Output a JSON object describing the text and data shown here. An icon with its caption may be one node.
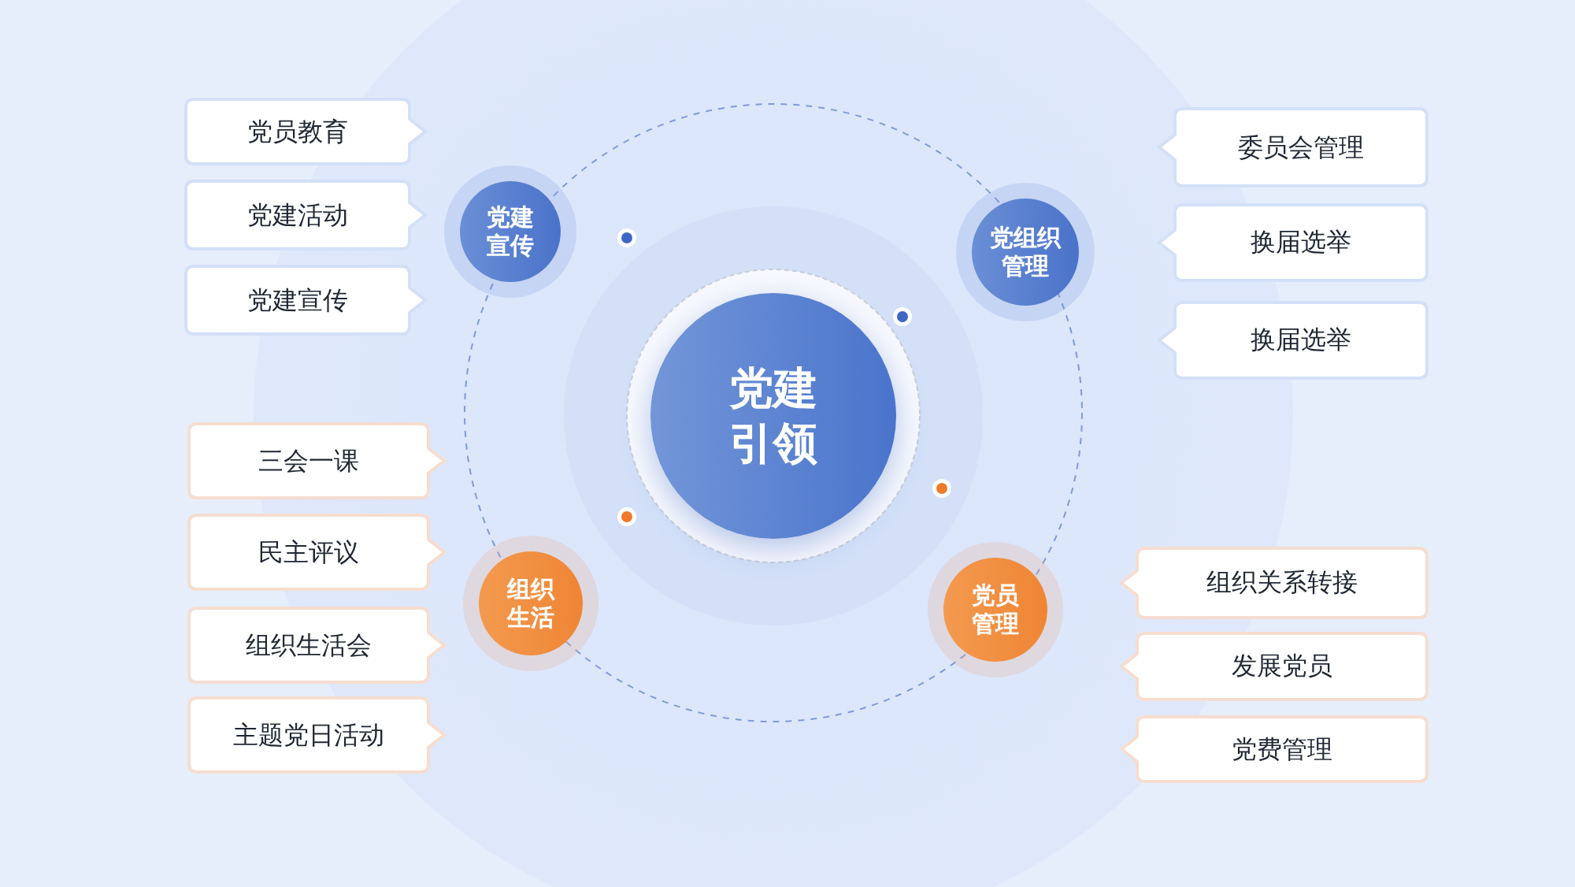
{
  "diagram": {
    "nodes": [
      {
        "text": [
          "党建引领"
        ]
      },
      {
        "text": [
          "党建宣传"
        ]
      },
      {
        "text": [
          "党组织管理"
        ]
      },
      {
        "text": [
          "组织生活"
        ]
      },
      {
        "text": [
          "党员管理"
        ]
      },
      {
        "text": [
          "党员教育"
        ]
      },
      {
        "text": [
          "党建活动"
        ]
      },
      {
        "text": [
          "党建宣传"
        ]
      },
      {
        "text": [
          "委员会管理"
        ]
      },
      {
        "text": [
          "换届选举"
        ]
      },
      {
        "text": [
          "换届选举"
        ]
      },
      {
        "text": [
          "三会一课"
        ]
      },
      {
        "text": [
          "民主评议"
        ]
      },
      {
        "text": [
          "组织生活会"
        ]
      },
      {
        "text": [
          "主题党日活动"
        ]
      },
      {
        "text": [
          "组织关系转接"
        ]
      },
      {
        "text": [
          "发展党员"
        ]
      },
      {
        "text": [
          "党费管理"
        ]
      }
    ]
  }
}
